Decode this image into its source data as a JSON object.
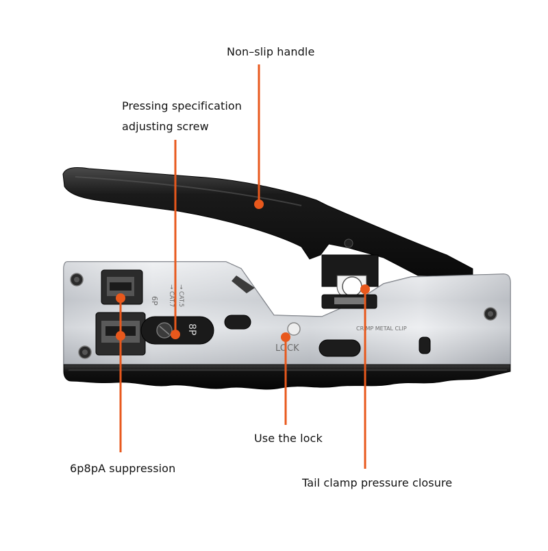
{
  "callouts": {
    "handle": "Non–slip handle",
    "screw_line1": "Pressing specification",
    "screw_line2": "adjusting screw",
    "lock": "Use the lock",
    "suppression": "6p8pA suppression",
    "tail_clamp": "Tail clamp pressure closure"
  },
  "tool_markings": {
    "p6": "6P",
    "cat7": "→ CAT.7",
    "cat5": "→ CAT.5",
    "p8": "8P",
    "lock": "LOCK",
    "crimp_metal_clip": "CRIMP METAL CLIP"
  },
  "colors": {
    "callout_line": "#e8581c",
    "handle": "#141414",
    "body_steel": "#cfd2d6"
  }
}
